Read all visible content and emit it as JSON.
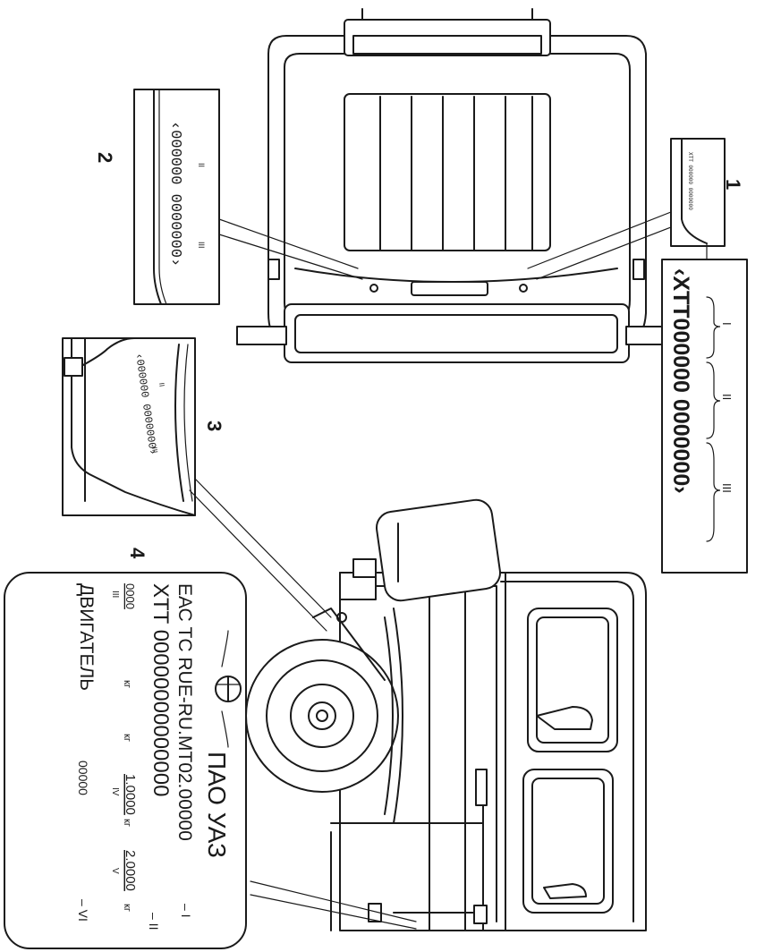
{
  "callouts": {
    "c1": "1",
    "c2": "2",
    "c3": "3",
    "c4": "4"
  },
  "callout1": {
    "vin": "‹XTT000000 0000000›",
    "segment_labels": [
      "I",
      "II",
      "III"
    ],
    "small_plate": "XTT 000000 0000000"
  },
  "callout2": {
    "vin": "‹000000 0000000›",
    "segment_labels": [
      "II",
      "III"
    ]
  },
  "callout3": {
    "vin": "‹000000 0000000›",
    "segment_labels": [
      "II",
      "III"
    ]
  },
  "plate": {
    "manufacturer": "ПАО УАЗ",
    "approval": "ЕАС ТС RUE-RU.MT02.00000",
    "approval_mark": "– I",
    "vin": "XTT 00000000000000",
    "vin_mark": "– II",
    "mass1_value": "0000",
    "mass1_unit": "кг",
    "mass1_mark": "III",
    "mass2_unit": "кг",
    "mass2_value": "1.0000",
    "mass2_mark": "IV",
    "mass3_unit": "кг",
    "mass3_value": "2.0000",
    "mass3_unit_end": "кг",
    "mass3_mark": "V",
    "engine_label": "ДВИГАТЕЛЬ",
    "engine_value": "00000",
    "engine_mark": "– VI"
  }
}
